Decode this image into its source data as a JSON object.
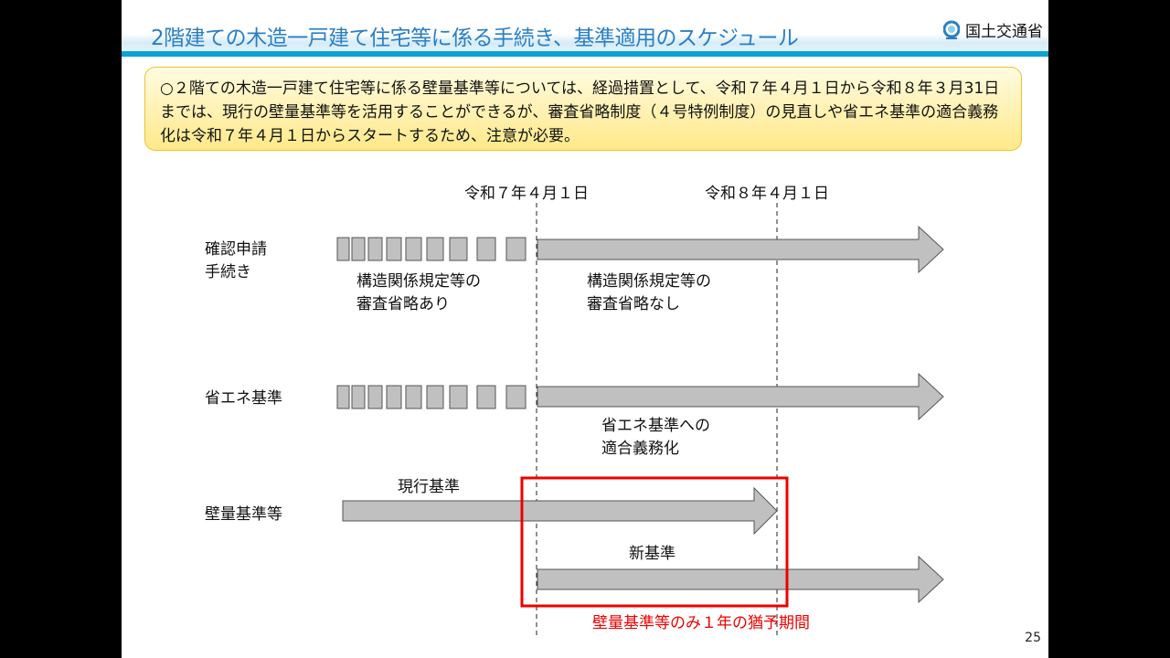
{
  "title": "2階建ての木造一戸建て住宅等に係る手続き、基準適用のスケジュール",
  "logo": "国土交通省",
  "callout": "○２階ての木造一戸建て住宅等に係る壁量基準等については、経過措置として、令和７年４月１日から令和８年３月31日までは、現行の壁量基準等を活用することができるが、審査省略制度（４号特例制度）の見直しや省エネ基準の適合義務化は令和７年４月１日からスタートするため、注意が必要。",
  "dates": {
    "d1": "令和７年４月１日",
    "d2": "令和８年４月１日"
  },
  "rows": {
    "r1": {
      "label1": "確認申請",
      "label2": "手続き",
      "before1": "構造関係規定等の",
      "before2": "審査省略あり",
      "after1": "構造関係規定等の",
      "after2": "審査省略なし"
    },
    "r2": {
      "label": "省エネ基準",
      "after1": "省エネ基準への",
      "after2": "適合義務化"
    },
    "r3": {
      "label": "壁量基準等",
      "current": "現行基準",
      "new": "新基準",
      "grace": "壁量基準等のみ１年の猶予期間"
    }
  },
  "page_number": "25"
}
